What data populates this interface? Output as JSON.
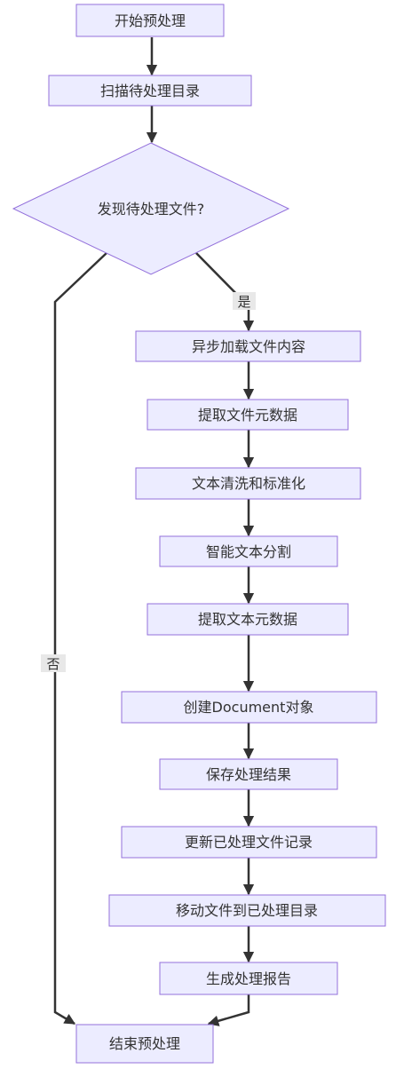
{
  "flowchart": {
    "nodes": {
      "start": "开始预处理",
      "scan": "扫描待处理目录",
      "decision": "发现待处理文件?",
      "load": "异步加载文件内容",
      "extract_file_meta": "提取文件元数据",
      "clean": "文本清洗和标准化",
      "split": "智能文本分割",
      "extract_text_meta": "提取文本元数据",
      "create_doc": "创建Document对象",
      "save": "保存处理结果",
      "update_record": "更新已处理文件记录",
      "move": "移动文件到已处理目录",
      "report": "生成处理报告",
      "end": "结束预处理"
    },
    "edge_labels": {
      "yes": "是",
      "no": "否"
    }
  }
}
